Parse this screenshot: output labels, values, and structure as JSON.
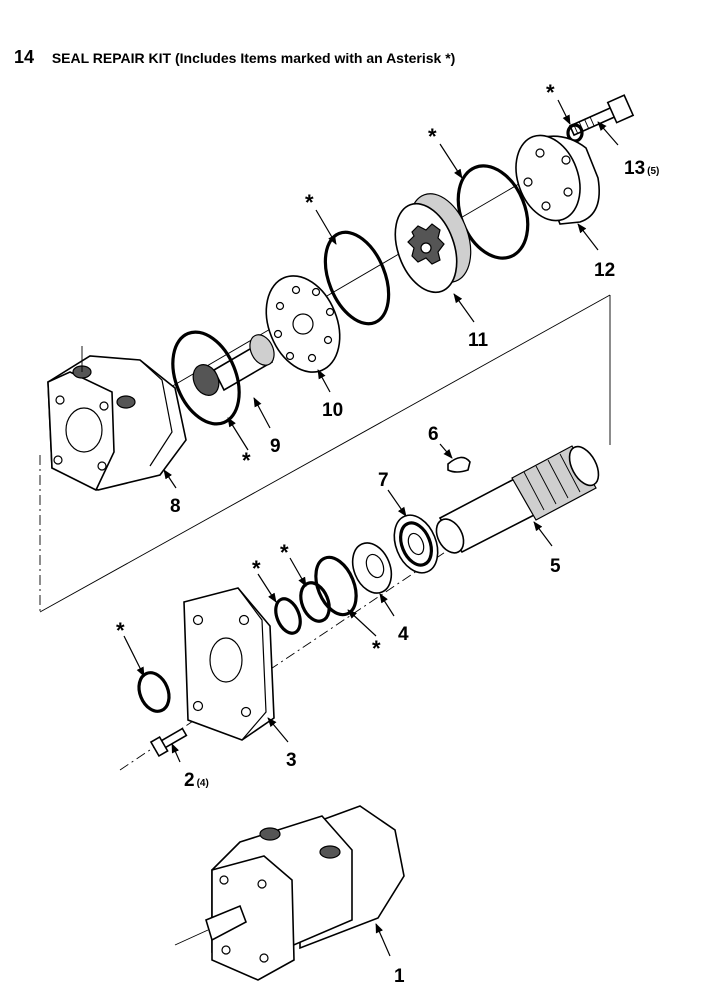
{
  "figure": {
    "number": "14",
    "title": "SEAL REPAIR KIT (Includes Items marked with an Asterisk *)"
  },
  "asterisk": "*",
  "callouts": {
    "item_1": "1",
    "item_2": "2",
    "item_2_qty": "(4)",
    "item_3": "3",
    "item_4": "4",
    "item_5": "5",
    "item_6": "6",
    "item_7": "7",
    "item_8": "8",
    "item_9": "9",
    "item_10": "10",
    "item_11": "11",
    "item_12": "12",
    "item_13": "13",
    "item_13_qty": "(5)"
  }
}
